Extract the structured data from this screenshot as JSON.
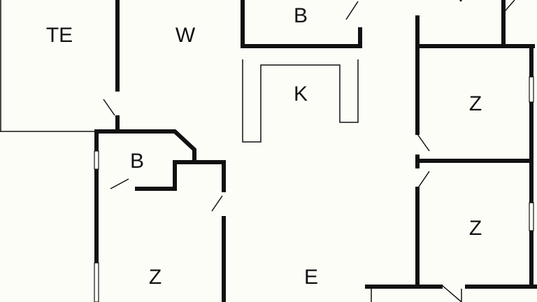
{
  "rooms": {
    "terrace": "TE",
    "living": "W",
    "bath_top": "B",
    "kitchen": "K",
    "top_right": "T",
    "bedroom_right_upper": "Z",
    "bath_left": "B",
    "bedroom_right_lower": "Z",
    "bedroom_left": "Z",
    "entrance": "E"
  }
}
